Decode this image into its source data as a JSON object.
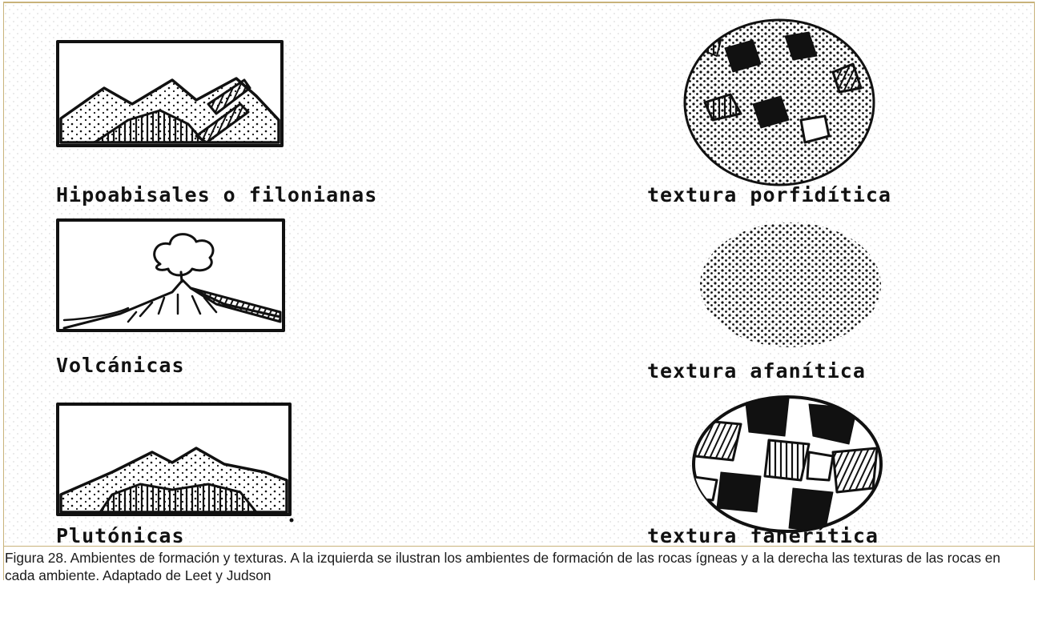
{
  "environments": {
    "hypabyssal": "Hipoabisales o filonianas",
    "volcanic": "Volcánicas",
    "plutonic": "Plutónicas"
  },
  "textures": {
    "porphyritic": "textura porfidítica",
    "aphanitic": "textura afanítica",
    "phaneritic": "textura fanerítica"
  },
  "caption": "Figura 28. Ambientes de formación y texturas. A la izquierda se ilustran los ambientes de formación de las rocas ígneas y a la derecha las texturas de las rocas en cada ambiente. Adaptado de Leet y Judson",
  "colors": {
    "ink": "#111111",
    "frame": "#c8b27a",
    "stipple": "#e6e6e6"
  }
}
